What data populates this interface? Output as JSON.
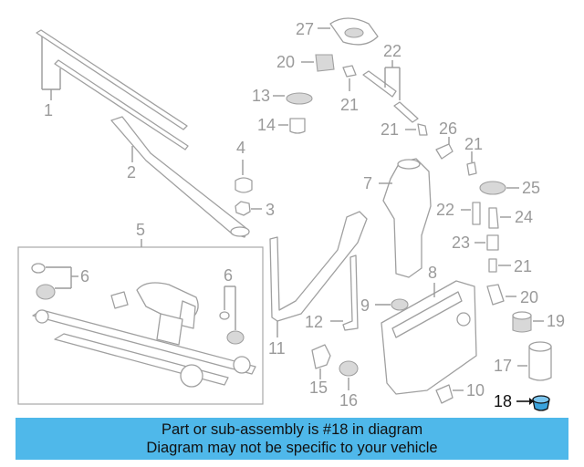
{
  "callouts": {
    "c1": "1",
    "c2": "2",
    "c3": "3",
    "c4": "4",
    "c5": "5",
    "c6a": "6",
    "c6b": "6",
    "c7": "7",
    "c8": "8",
    "c9": "9",
    "c10": "10",
    "c11": "11",
    "c12": "12",
    "c13": "13",
    "c14": "14",
    "c15": "15",
    "c16": "16",
    "c17": "17",
    "c18": "18",
    "c19": "19",
    "c20a": "20",
    "c20b": "20",
    "c21a": "21",
    "c21b": "21",
    "c21c": "21",
    "c21d": "21",
    "c22a": "22",
    "c22b": "22",
    "c23": "23",
    "c24": "24",
    "c25": "25",
    "c26": "26",
    "c27": "27"
  },
  "caption": {
    "line1": "Part or sub-assembly is #18 in diagram",
    "line2": "Diagram may not be specific to your vehicle"
  },
  "colors": {
    "caption_background": "#4fb8ea",
    "highlighted_part": "#3aa3dd",
    "line_art": "#a0a0a0"
  }
}
